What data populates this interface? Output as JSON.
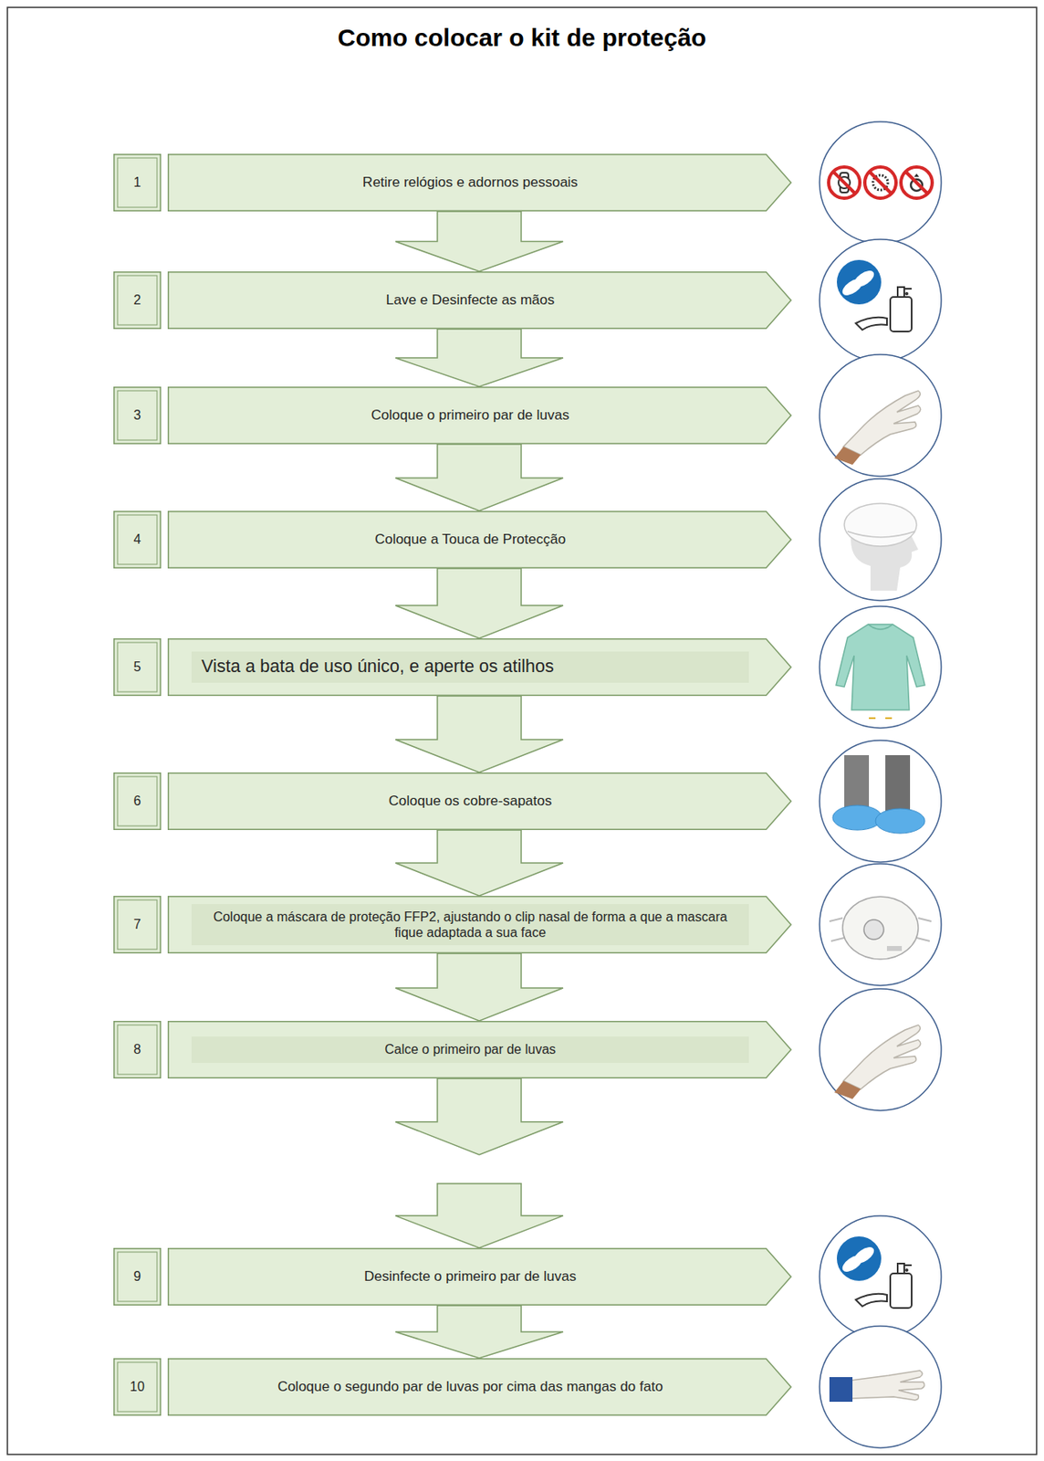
{
  "diagram": {
    "title": "Como colocar o kit de proteção",
    "nodes": [
      {
        "text": [
          "1"
        ]
      },
      {
        "text": [
          "Retire relógios e adornos pessoais"
        ]
      },
      {
        "text": [
          "2"
        ]
      },
      {
        "text": [
          "Lave e Desinfecte as mãos"
        ]
      },
      {
        "text": [
          "3"
        ]
      },
      {
        "text": [
          "Coloque o primeiro par de luvas"
        ]
      },
      {
        "text": [
          "4"
        ]
      },
      {
        "text": [
          "Coloque a Touca de Protecção"
        ]
      },
      {
        "text": [
          "5"
        ]
      },
      {
        "text": [
          "Vista a bata de uso único, e aperte os atilhos"
        ]
      },
      {
        "text": [
          "6"
        ]
      },
      {
        "text": [
          "Coloque os cobre-sapatos"
        ]
      },
      {
        "text": [
          "7"
        ]
      },
      {
        "text": [
          "Coloque a máscara de proteção FFP2, ajustando o clip nasal de forma a que a mascara fique adaptada a sua face"
        ]
      },
      {
        "text": [
          "8"
        ]
      },
      {
        "text": [
          "Calce o primeiro par de luvas"
        ]
      },
      {
        "text": [
          "9"
        ]
      },
      {
        "text": [
          "Desinfecte o primeiro par de luvas"
        ]
      },
      {
        "text": [
          "10"
        ]
      },
      {
        "text": [
          "Coloque o segundo par de luvas por cima das mangas do fato"
        ]
      }
    ],
    "edges": [
      {
        "from": 1,
        "to": 3,
        "arrow": "to"
      },
      {
        "from": 3,
        "to": 5,
        "arrow": "to"
      },
      {
        "from": 5,
        "to": 7,
        "arrow": "to"
      },
      {
        "from": 7,
        "to": 9,
        "arrow": "to"
      },
      {
        "from": 9,
        "to": 11,
        "arrow": "to"
      },
      {
        "from": 11,
        "to": 13,
        "arrow": "to"
      },
      {
        "from": 13,
        "to": 15,
        "arrow": "to"
      },
      {
        "from": 15,
        "to": 17,
        "arrow": "to"
      },
      {
        "from": 17,
        "to": 19,
        "arrow": "to"
      }
    ]
  }
}
